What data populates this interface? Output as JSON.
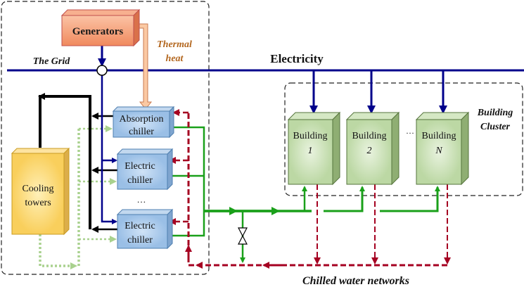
{
  "labels": {
    "generators": "Generators",
    "thermal_heat_1": "Thermal",
    "thermal_heat_2": "heat",
    "grid": "The Grid",
    "electricity": "Electricity",
    "absorption_1": "Absorption",
    "absorption_2": "chiller",
    "electric_1": "Electric",
    "electric_2": "chiller",
    "chiller_ellipsis": "…",
    "cooling_1": "Cooling",
    "cooling_2": "towers",
    "building": "Building",
    "building_ids": [
      "1",
      "2",
      "N"
    ],
    "building_ellipsis": "···",
    "cluster_1": "Building",
    "cluster_2": "Cluster",
    "network": "Chilled water networks"
  },
  "colors": {
    "electricity": "#00008b",
    "chilled_supply": "#1aa01a",
    "chilled_return": "#a50021",
    "cooling_water": "#a9d18e",
    "heat_rejection": "#000000",
    "thermal_heat_text": "#b3671f",
    "generator_fill": "#f6a57f",
    "chiller_fill": "#a9c9ea",
    "cooling_fill": "#fcd77a",
    "building_fill": "#c5deb0"
  }
}
